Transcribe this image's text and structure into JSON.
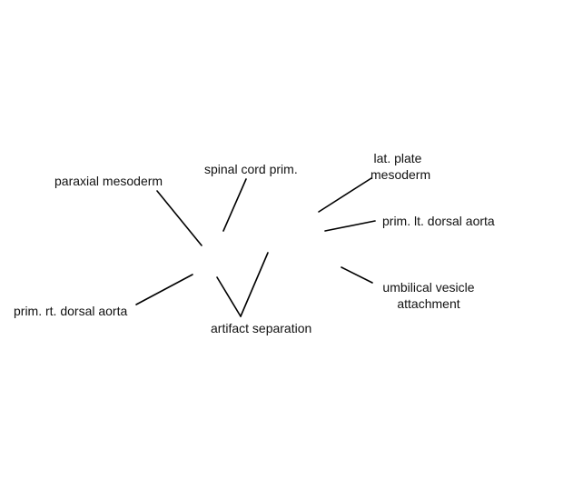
{
  "labels": {
    "paraxial_mesoderm": "paraxial mesoderm",
    "spinal_cord_prim": "spinal cord prim.",
    "lat_plate_mesoderm_line1": "lat. plate",
    "lat_plate_mesoderm_line2": "mesoderm",
    "prim_lt_dorsal_aorta": "prim. lt. dorsal aorta",
    "umbilical_vesicle_line1": "umbilical vesicle",
    "umbilical_vesicle_line2": "attachment",
    "prim_rt_dorsal_aorta": "prim. rt. dorsal aorta",
    "artifact_separation": "artifact separation"
  },
  "colors": {
    "background": "#ffffff",
    "leader_line": "#000000",
    "text": "#111111"
  }
}
